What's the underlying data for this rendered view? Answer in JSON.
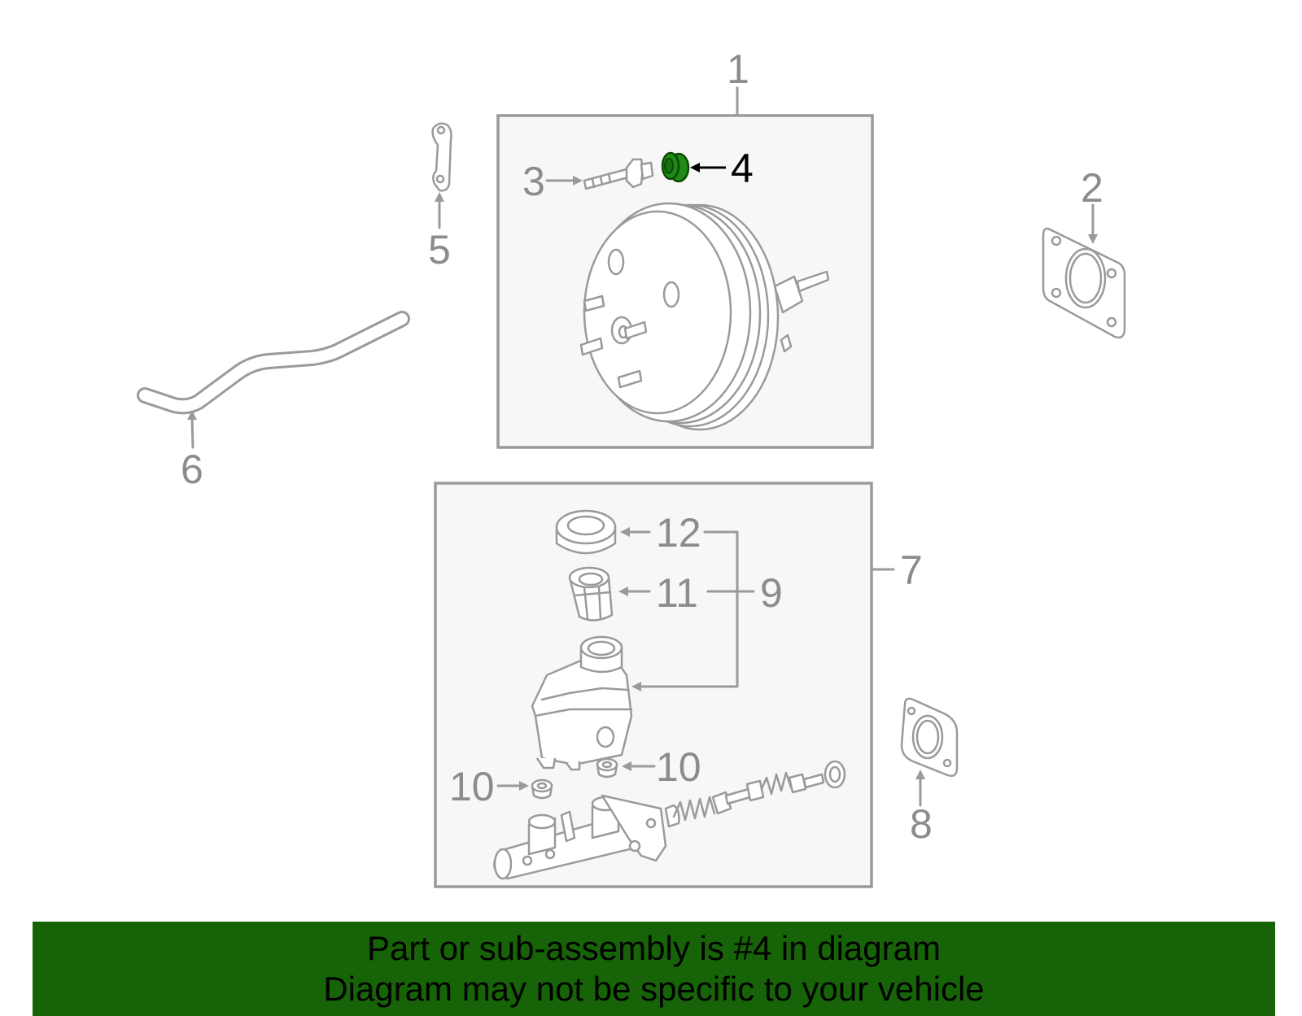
{
  "colors": {
    "banner": "#176307",
    "highlight_part": "#1f8a14",
    "line": "#9a9a9a",
    "label": "#8c8c8c",
    "label_highlight": "#000000",
    "box_fill": "#f7f7f7"
  },
  "diagram": {
    "highlighted_part": "4",
    "labels": {
      "p1": "1",
      "p2": "2",
      "p3": "3",
      "p4": "4",
      "p5": "5",
      "p6": "6",
      "p7": "7",
      "p8": "8",
      "p9": "9",
      "p10a": "10",
      "p10b": "10",
      "p11": "11",
      "p12": "12"
    }
  },
  "banner": {
    "line1": "Part or sub-assembly is #4 in diagram",
    "line2": "Diagram may not be specific to your vehicle"
  }
}
